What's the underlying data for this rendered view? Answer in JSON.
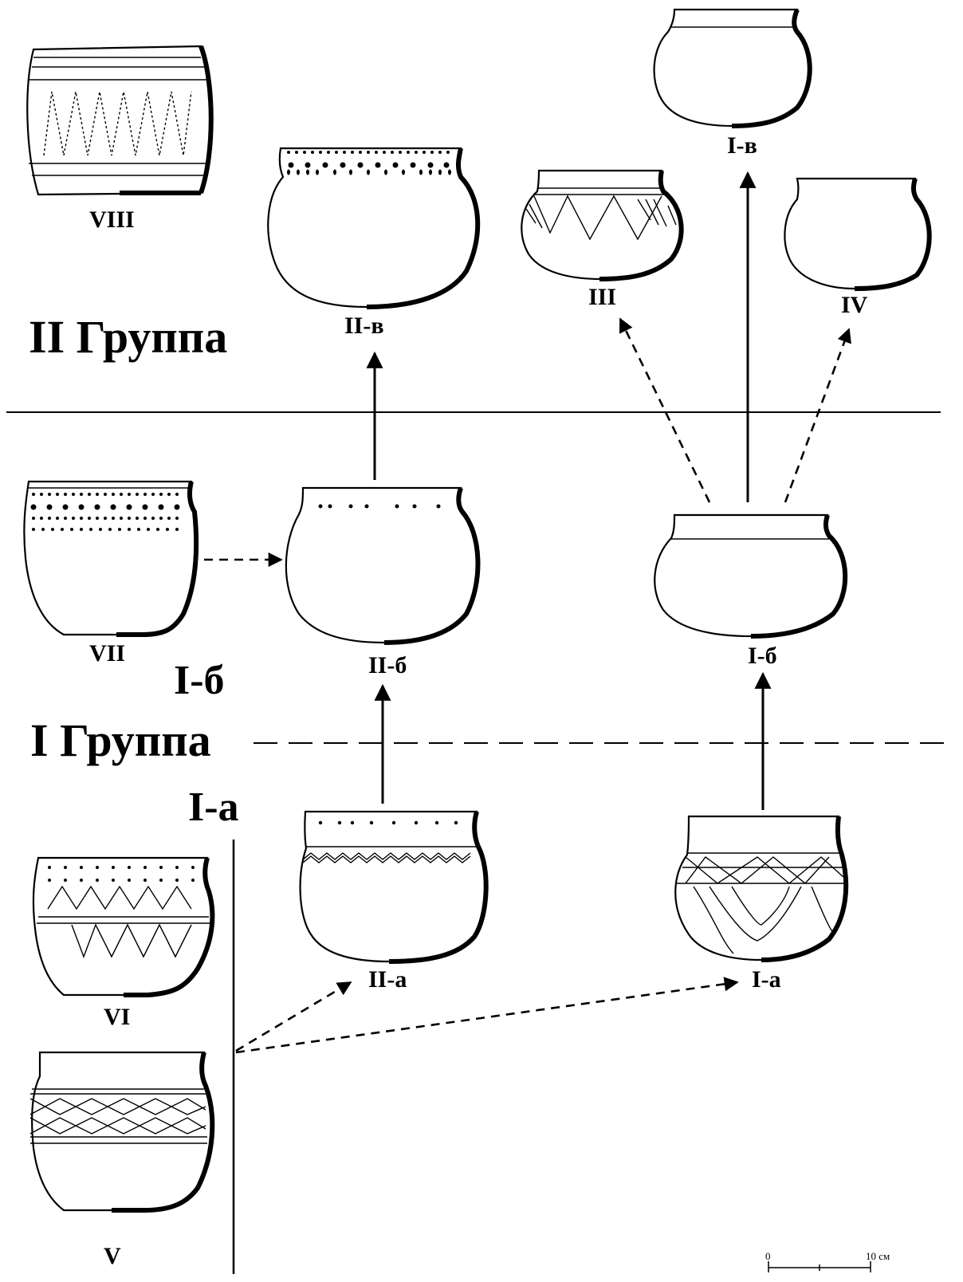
{
  "group_labels": {
    "group_2": "II Группа",
    "group_1": "I Группа",
    "subgroup_1b": "I-б",
    "subgroup_1a": "I-а"
  },
  "vessels": {
    "v_VIII": "VIII",
    "v_IIv": "II-в",
    "v_Iv": "I-в",
    "v_III": "III",
    "v_IV": "IV",
    "v_VII": "VII",
    "v_IIb": "II-б",
    "v_Ib": "I-б",
    "v_IIa": "II-а",
    "v_Ia": "I-а",
    "v_VI": "VI",
    "v_V": "V"
  },
  "scale": {
    "zero": "0",
    "max": "10 см"
  }
}
